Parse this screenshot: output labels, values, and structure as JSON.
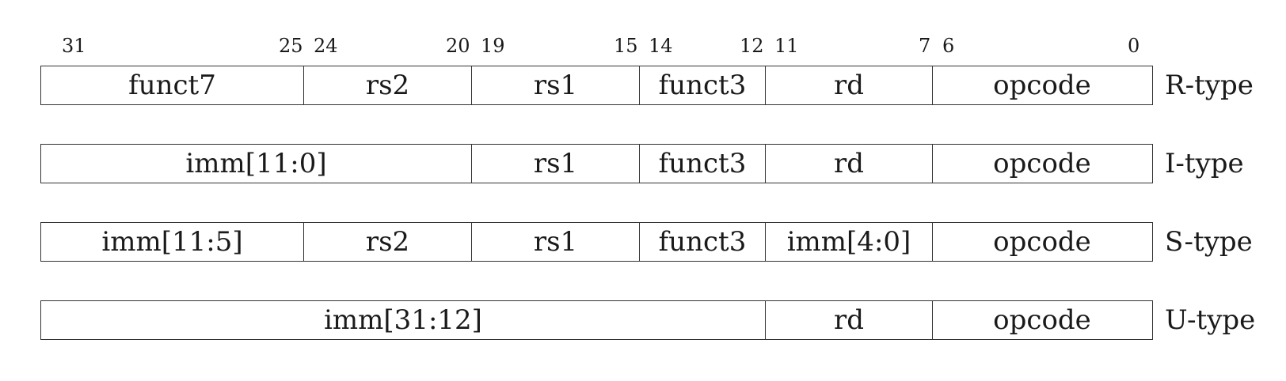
{
  "bit_labels": [
    "31",
    "25",
    "24",
    "20",
    "19",
    "15",
    "14",
    "12",
    "11",
    "7",
    "6",
    "0"
  ],
  "formats": [
    {
      "type": "R-type",
      "fields": [
        {
          "label": "funct7",
          "hi": 31,
          "lo": 25
        },
        {
          "label": "rs2",
          "hi": 24,
          "lo": 20
        },
        {
          "label": "rs1",
          "hi": 19,
          "lo": 15
        },
        {
          "label": "funct3",
          "hi": 14,
          "lo": 12
        },
        {
          "label": "rd",
          "hi": 11,
          "lo": 7
        },
        {
          "label": "opcode",
          "hi": 6,
          "lo": 0
        }
      ]
    },
    {
      "type": "I-type",
      "fields": [
        {
          "label": "imm[11:0]",
          "hi": 31,
          "lo": 20
        },
        {
          "label": "rs1",
          "hi": 19,
          "lo": 15
        },
        {
          "label": "funct3",
          "hi": 14,
          "lo": 12
        },
        {
          "label": "rd",
          "hi": 11,
          "lo": 7
        },
        {
          "label": "opcode",
          "hi": 6,
          "lo": 0
        }
      ]
    },
    {
      "type": "S-type",
      "fields": [
        {
          "label": "imm[11:5]",
          "hi": 31,
          "lo": 25
        },
        {
          "label": "rs2",
          "hi": 24,
          "lo": 20
        },
        {
          "label": "rs1",
          "hi": 19,
          "lo": 15
        },
        {
          "label": "funct3",
          "hi": 14,
          "lo": 12
        },
        {
          "label": "imm[4:0]",
          "hi": 11,
          "lo": 7
        },
        {
          "label": "opcode",
          "hi": 6,
          "lo": 0
        }
      ]
    },
    {
      "type": "U-type",
      "fields": [
        {
          "label": "imm[31:12]",
          "hi": 31,
          "lo": 12
        },
        {
          "label": "rd",
          "hi": 11,
          "lo": 7
        },
        {
          "label": "opcode",
          "hi": 6,
          "lo": 0
        }
      ]
    }
  ]
}
